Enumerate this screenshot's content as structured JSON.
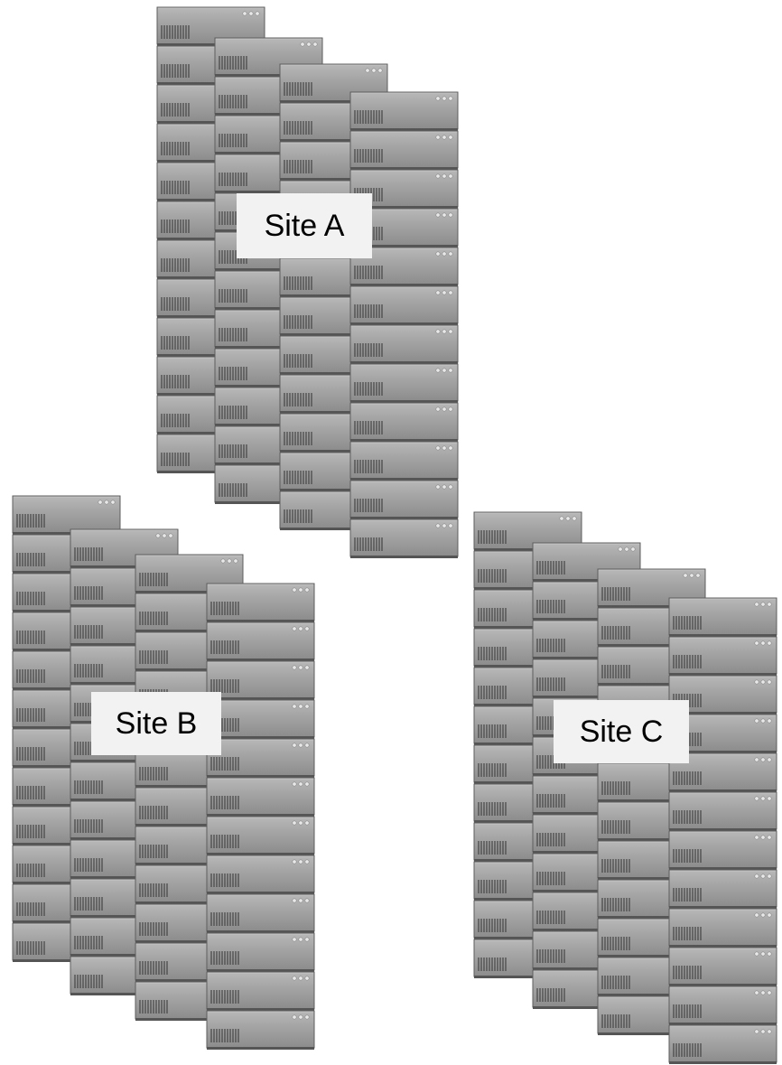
{
  "sites": [
    {
      "label": "Site A",
      "rack_count": 4,
      "units_per_rack": 12
    },
    {
      "label": "Site B",
      "rack_count": 4,
      "units_per_rack": 12
    },
    {
      "label": "Site C",
      "rack_count": 4,
      "units_per_rack": 12
    }
  ],
  "colors": {
    "unit_face": "#a6a6a6",
    "unit_shade": "#7f7f7f",
    "unit_top": "#c7c7c7",
    "unit_border": "#5e5e5e",
    "vent": "#4a4a4a",
    "leds": "#e8e8e8",
    "label_background": "#f2f2f2"
  }
}
